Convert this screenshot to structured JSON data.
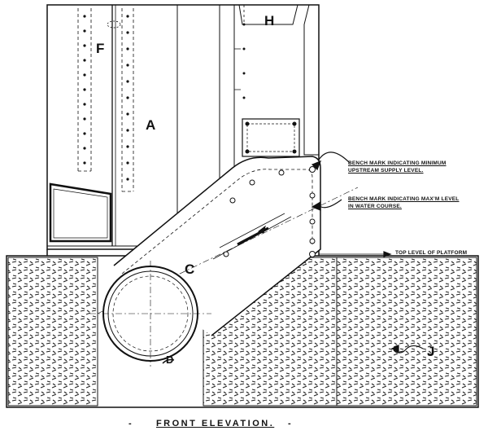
{
  "labels": {
    "A": "A",
    "C": "C",
    "F": "F",
    "H": "H",
    "J": "J",
    "D": "D"
  },
  "notes": {
    "bench_min_line1": "BENCH MARK INDICATING MINIMUM",
    "bench_min_line2": "UPSTREAM SUPPLY LEVEL.",
    "bench_max_line1": "BENCH MARK INDICATING MAX’M LEVEL",
    "bench_max_line2": "IN WATER COURSE.",
    "platform": "TOP LEVEL OF PLATFORM"
  },
  "title": {
    "dash_left": "-",
    "text": "FRONT ELEVATION.",
    "dash_right": "-"
  }
}
